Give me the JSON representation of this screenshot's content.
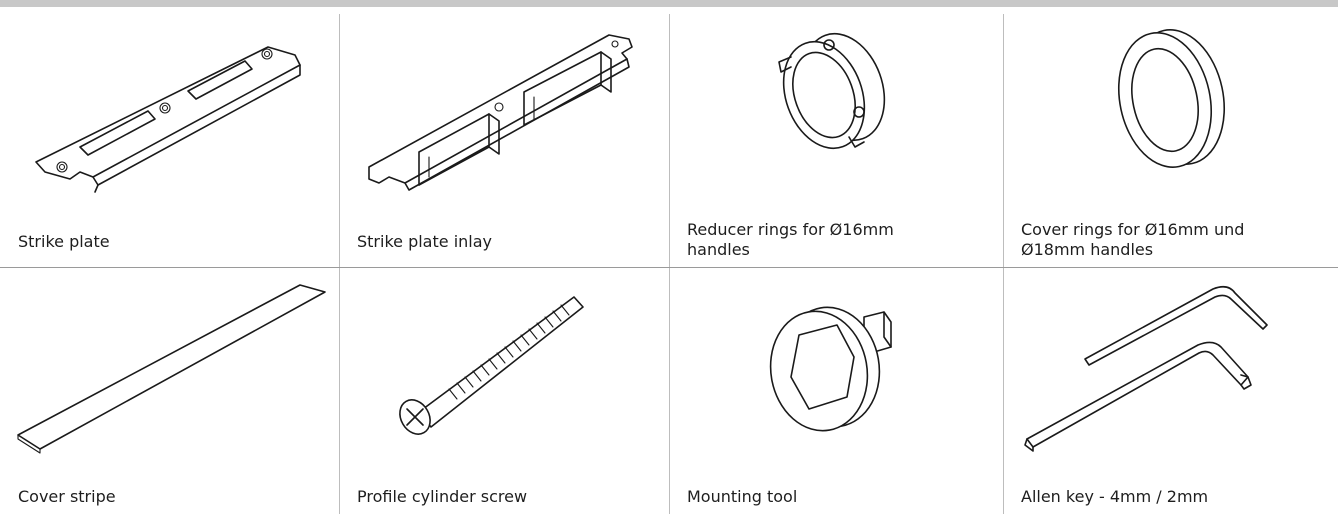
{
  "items": [
    {
      "label": "Strike plate",
      "icon": "strike-plate-icon"
    },
    {
      "label": "Strike plate inlay",
      "icon": "strike-plate-inlay-icon"
    },
    {
      "label": "Reducer rings for Ø16mm\nhandles",
      "icon": "reducer-rings-icon"
    },
    {
      "label": "Cover rings for Ø16mm und\nØ18mm handles",
      "icon": "cover-rings-icon"
    },
    {
      "label": "Cover stripe",
      "icon": "cover-stripe-icon"
    },
    {
      "label": "Profile cylinder screw",
      "icon": "profile-cylinder-screw-icon"
    },
    {
      "label": "Mounting tool",
      "icon": "mounting-tool-icon"
    },
    {
      "label": "Allen key - 4mm / 2mm",
      "icon": "allen-key-icon"
    }
  ],
  "colors": {
    "grid_line": "#bdbdbd",
    "header_bar": "#c8c8c8",
    "text": "#1e1e1e"
  }
}
